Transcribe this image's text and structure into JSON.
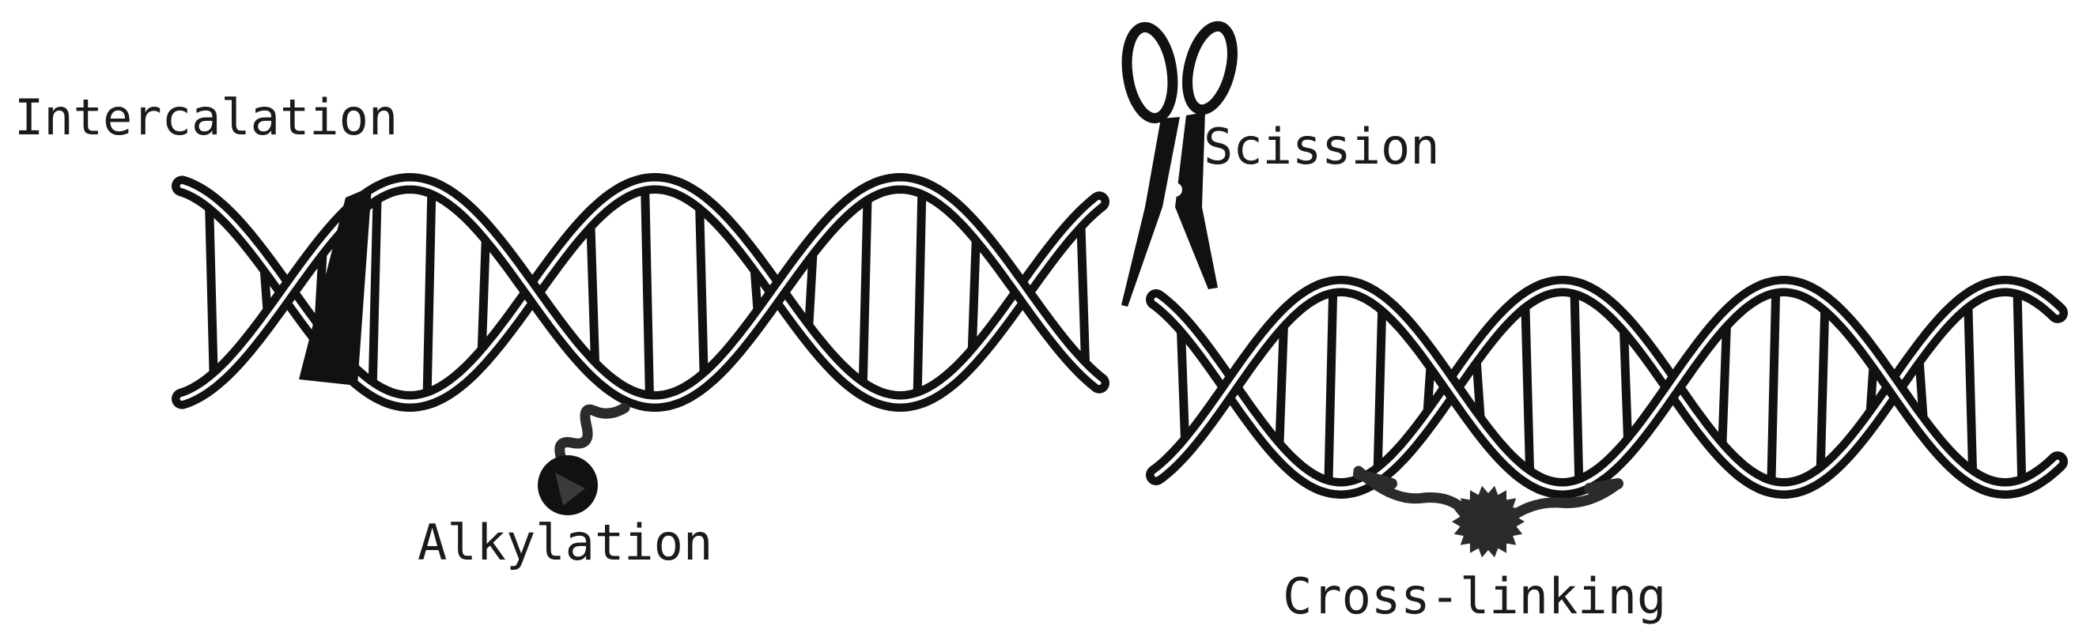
{
  "labels": {
    "intercalation": "Intercalation",
    "scission": "Scission",
    "alkylation": "Alkylation",
    "cross_linking": "Cross-linking"
  },
  "icons": {
    "scissors": "scissors-icon",
    "alkyl_adduct": "adduct-ball-icon",
    "cross_link": "crosslinker-icon"
  },
  "colors": {
    "ink": "#111111",
    "adduct": "#2b2b2b",
    "background": "#ffffff"
  }
}
